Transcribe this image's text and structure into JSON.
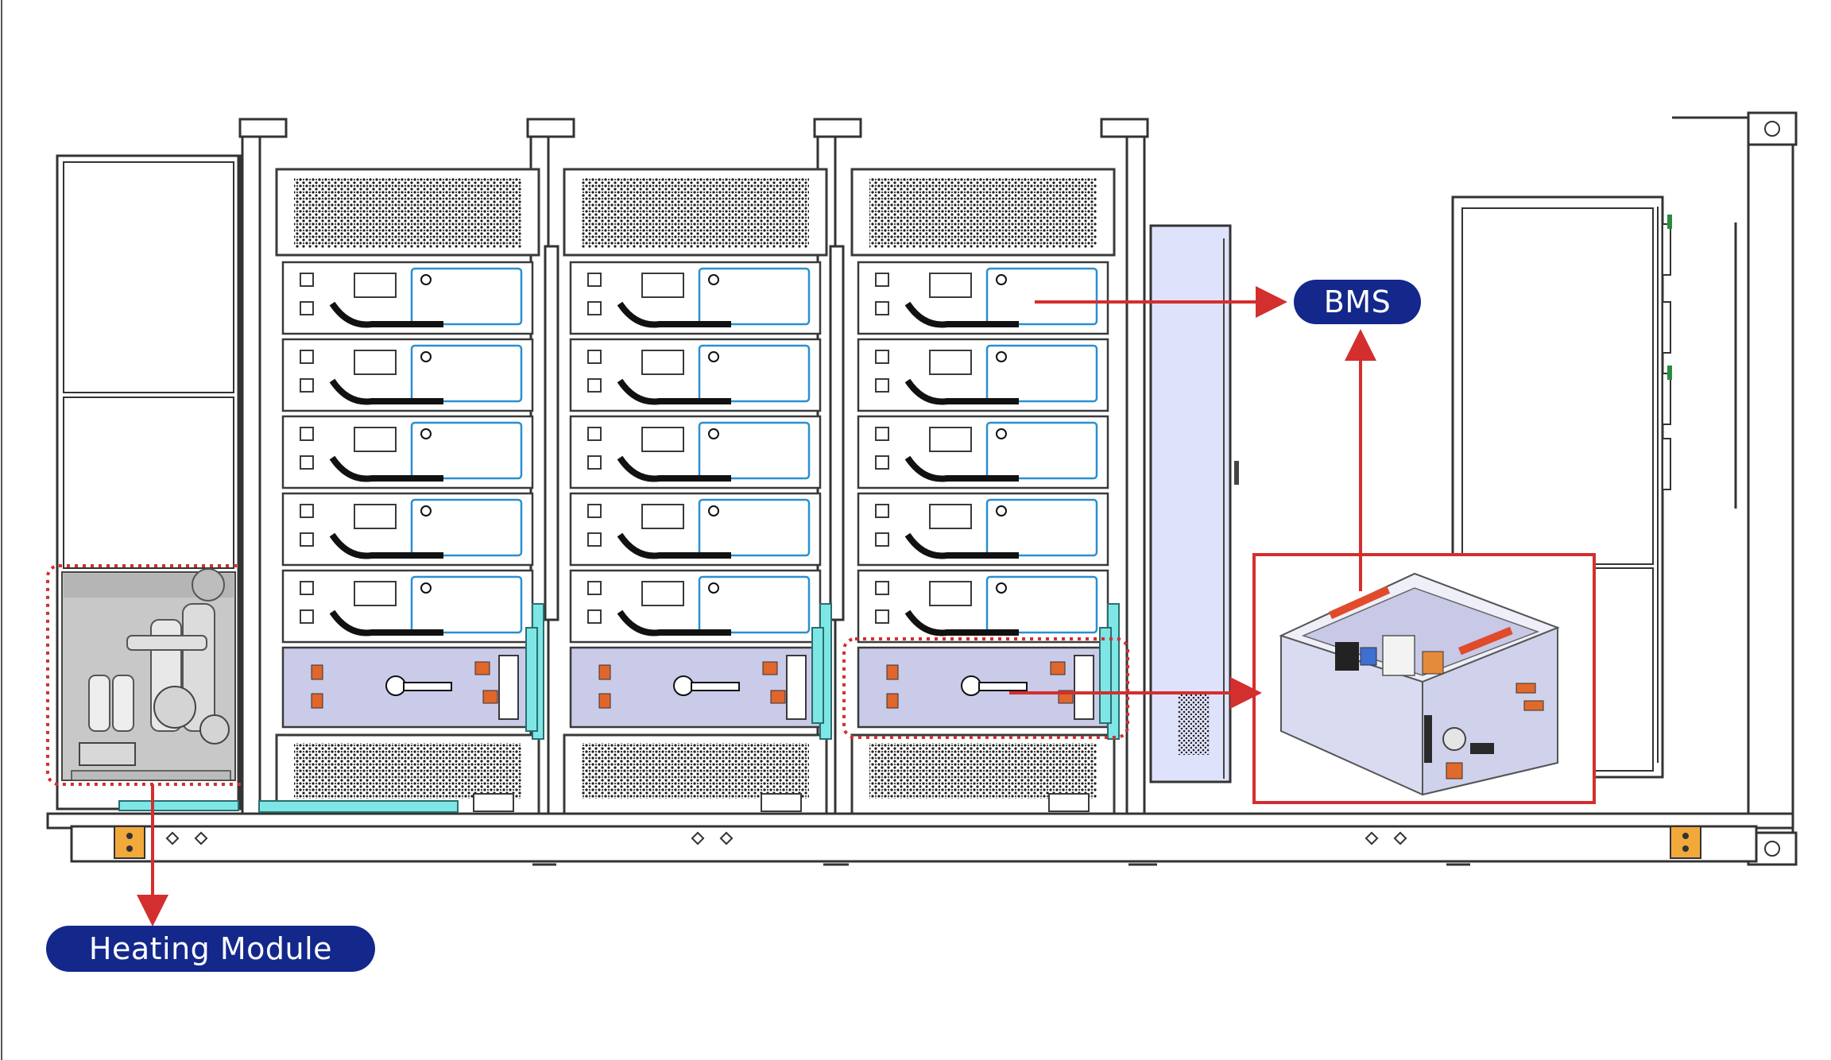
{
  "labels": {
    "bms": "BMS",
    "heating_module": "Heating Module"
  },
  "diagram": {
    "battery_racks": 3,
    "battery_modules_per_rack": 5,
    "colors": {
      "outline": "#3a3a3a",
      "highlight": "#d32f2f",
      "label_bg": "#13288a",
      "coolant": "#7fe6e6",
      "control_box": "#c9cbe8",
      "side_panel": "#dfe2fb",
      "module_accent": "#2a8fd0"
    }
  }
}
